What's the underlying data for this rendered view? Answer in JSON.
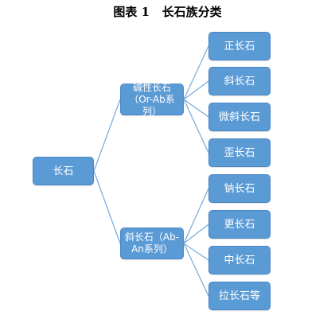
{
  "title": "图表 1   长石族分类",
  "root": {
    "label": "长石"
  },
  "groups": [
    {
      "line1": "碱性长石",
      "line2": "（Or-Ab系列）",
      "children": [
        "正长石",
        "斜长石",
        "微斜长石",
        "歪长石"
      ]
    },
    {
      "line1": "斜长石（Ab-",
      "line2": "An系列）",
      "children": [
        "钠长石",
        "更长石",
        "中长石",
        "拉长石等"
      ]
    }
  ],
  "colors": {
    "node_fill": "#5b9bd5",
    "connector": "#7eaede"
  }
}
